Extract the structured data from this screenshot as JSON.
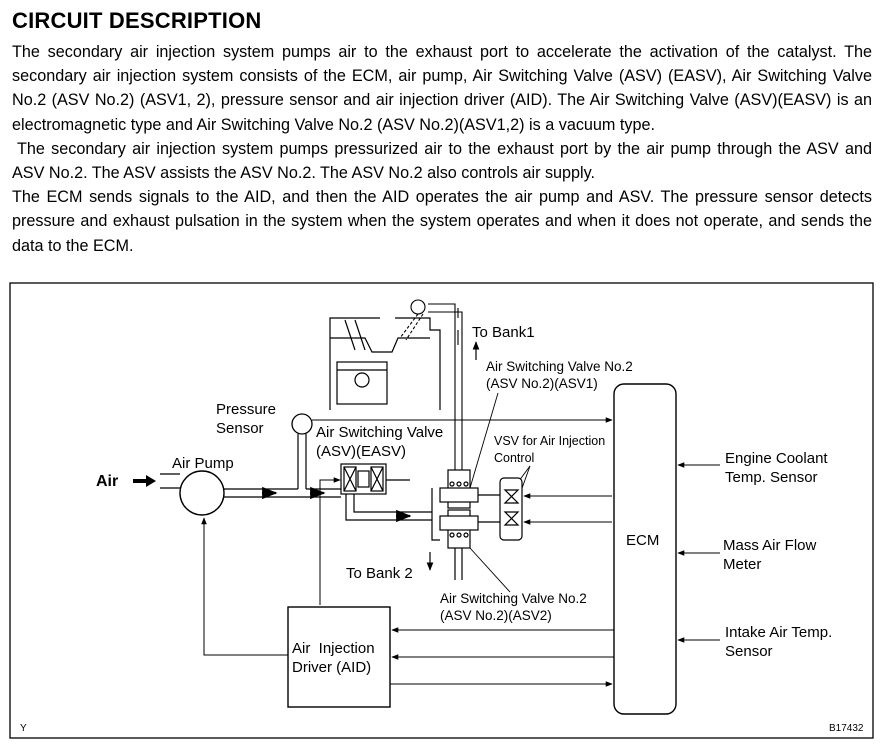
{
  "title": "CIRCUIT DESCRIPTION",
  "paragraphs": [
    "The secondary air injection system pumps air to the exhaust port to accelerate the activation of the catalyst. The secondary air injection system consists of the ECM, air pump, Air Switching Valve (ASV) (EASV), Air Switching Valve No.2 (ASV No.2) (ASV1, 2), pressure sensor and air injection driver (AID). The Air Switching Valve (ASV)(EASV) is an electromagnetic type and Air Switching Valve No.2 (ASV No.2)(ASV1,2) is a vacuum type.",
    "The secondary air injection system pumps pressurized air to the exhaust port by the air pump through the ASV and ASV No.2. The ASV assists the ASV No.2. The ASV No.2 also controls air supply.",
    "The ECM sends signals to the AID, and then the AID operates the air pump and ASV. The pressure sensor detects pressure and exhaust pulsation in the system when the system operates and when it does not operate, and sends the data to the ECM."
  ],
  "diagram": {
    "to_bank1": "To Bank1",
    "to_bank2": "To Bank 2",
    "asv2_asv1_line1": "Air Switching Valve No.2",
    "asv2_asv1_line2": "(ASV No.2)(ASV1)",
    "vsv_line1": "VSV for Air Injection",
    "vsv_line2": "Control",
    "pressure_line1": "Pressure",
    "pressure_line2": "Sensor",
    "asv_line1": "Air Switching Valve",
    "asv_line2": "(ASV)(EASV)",
    "air_pump": "Air Pump",
    "air": "Air",
    "ecm": "ECM",
    "asv2_asv2_line1": "Air Switching Valve No.2",
    "asv2_asv2_line2": "(ASV No.2)(ASV2)",
    "aid_line1": "Air  Injection",
    "aid_line2": "Driver (AID)",
    "ect_line1": "Engine Coolant",
    "ect_line2": "Temp. Sensor",
    "maf_line1": "Mass Air Flow",
    "maf_line2": "Meter",
    "iat_line1": "Intake Air Temp.",
    "iat_line2": "Sensor",
    "corner_left": "Y",
    "corner_right": "B17432"
  }
}
